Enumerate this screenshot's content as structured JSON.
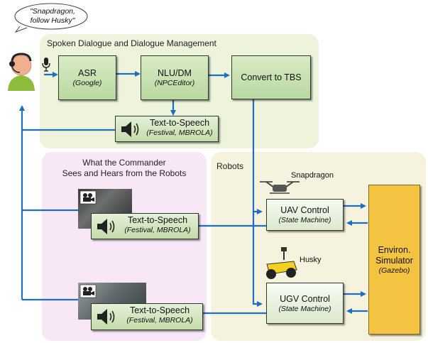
{
  "speech_bubble": {
    "line1": "\"Snapdragon,",
    "line2": "follow Husky\""
  },
  "regions": {
    "dialogue": {
      "title": "Spoken Dialogue and Dialogue Management",
      "color": "#eef3dc"
    },
    "commander": {
      "title_line1": "What the Commander",
      "title_line2": "Sees and Hears from the Robots",
      "color": "#f8e8f6"
    },
    "robots": {
      "title": "Robots",
      "color": "#f5f2dd"
    }
  },
  "boxes": {
    "asr": {
      "label": "ASR",
      "sub": "(Google)"
    },
    "nlu": {
      "label": "NLU/DM",
      "sub": "(NPCEditor)"
    },
    "tbs": {
      "label": "Convert to TBS"
    },
    "tts_main": {
      "label": "Text-to-Speech",
      "sub": "(Festival, MBROLA)"
    },
    "tts_uav": {
      "label": "Text-to-Speech",
      "sub": "(Festival, MBROLA)"
    },
    "tts_ugv": {
      "label": "Text-to-Speech",
      "sub": "(Festival, MBROLA)"
    },
    "uav": {
      "label": "UAV Control",
      "sub": "(State Machine)"
    },
    "ugv": {
      "label": "UGV Control",
      "sub": "(State Machine)"
    },
    "sim": {
      "label1": "Environ.",
      "label2": "Simulator",
      "sub": "(Gazebo)"
    }
  },
  "robot_labels": {
    "uav": "Snapdragon",
    "ugv": "Husky"
  },
  "colors": {
    "arrow": "#1f6fbf",
    "green": "#c6e0ad",
    "sim": "#f5c342"
  }
}
